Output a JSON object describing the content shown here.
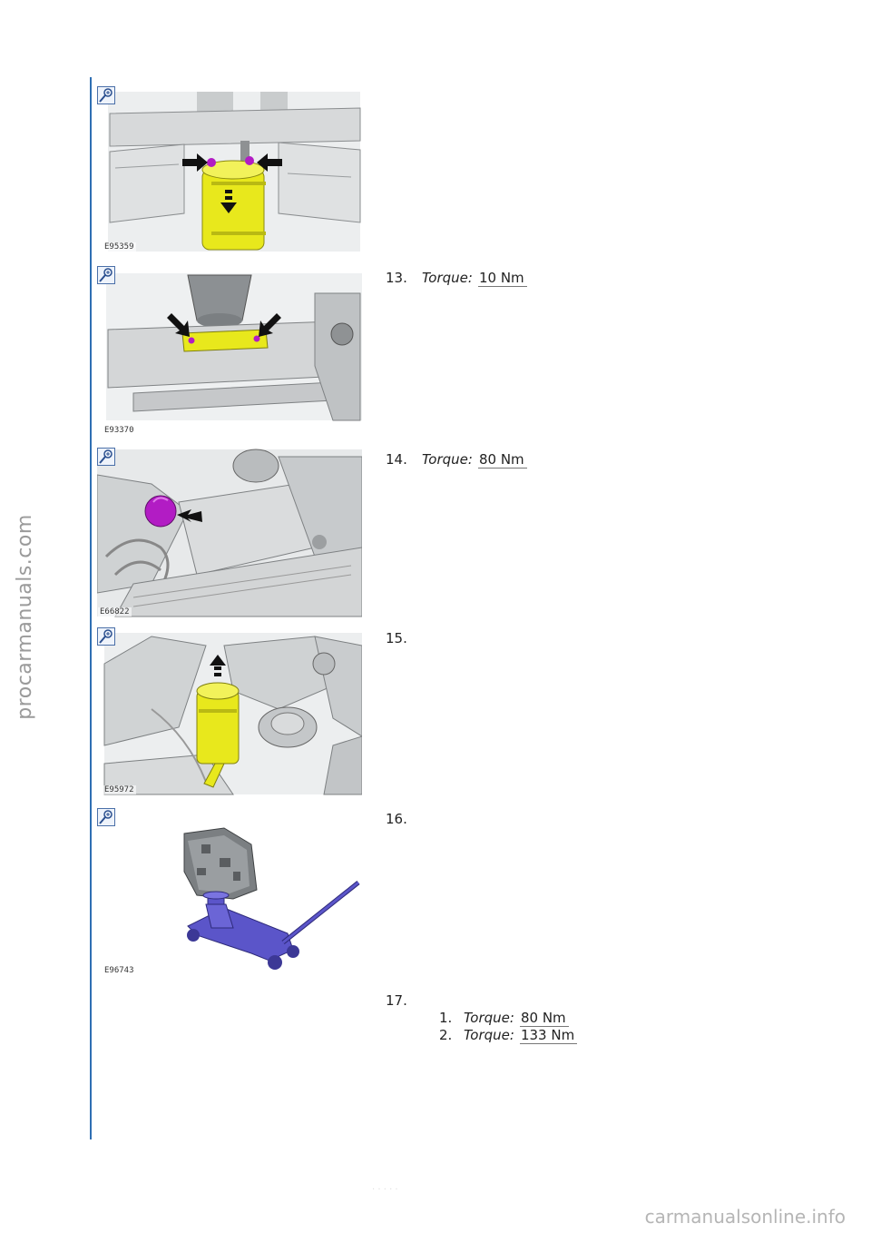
{
  "watermark_side": "procarmanuals.com",
  "watermark_footer": "carmanualsonline.info",
  "page_ghost": "· · ·  · ·",
  "figures": [
    {
      "code": "E95359",
      "icon": "zoom-icon"
    },
    {
      "code": "E93370",
      "icon": "zoom-icon"
    },
    {
      "code": "E66822",
      "icon": "zoom-icon"
    },
    {
      "code": "E95972",
      "icon": "zoom-icon"
    },
    {
      "code": "E96743",
      "icon": "zoom-icon"
    }
  ],
  "steps": [
    {
      "number": "13.",
      "torque_label": "Torque:",
      "torque_value": "10 Nm"
    },
    {
      "number": "14.",
      "torque_label": "Torque:",
      "torque_value": "80 Nm"
    },
    {
      "number": "15."
    },
    {
      "number": "16."
    },
    {
      "number": "17.",
      "sub_items": [
        {
          "number": "1.",
          "torque_label": "Torque:",
          "torque_value": "80 Nm"
        },
        {
          "number": "2.",
          "torque_label": "Torque:",
          "torque_value": "133 Nm"
        }
      ]
    }
  ],
  "colors": {
    "accent_line": "#2f6fb3",
    "highlight_yellow": "#e8e81c",
    "highlight_magenta": "#b21cc4",
    "jack_blue": "#5b55c9"
  }
}
